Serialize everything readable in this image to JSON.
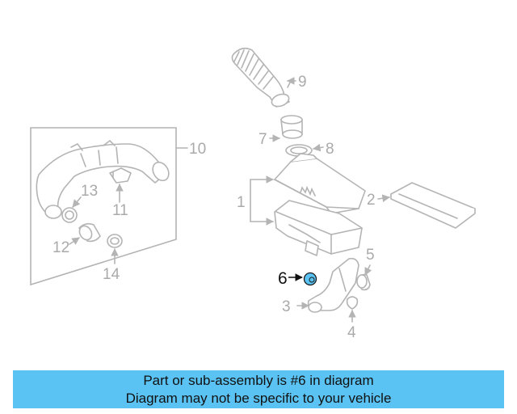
{
  "callouts": {
    "c1": "1",
    "c2": "2",
    "c3": "3",
    "c4": "4",
    "c5": "5",
    "c6": "6",
    "c7": "7",
    "c8": "8",
    "c9": "9",
    "c10": "10",
    "c11": "11",
    "c12": "12",
    "c13": "13",
    "c14": "14"
  },
  "highlight_color": "#5ac3f4",
  "banner": {
    "line1": "Part or sub-assembly is #6 in diagram",
    "line2": "Diagram may not be specific to your vehicle"
  }
}
